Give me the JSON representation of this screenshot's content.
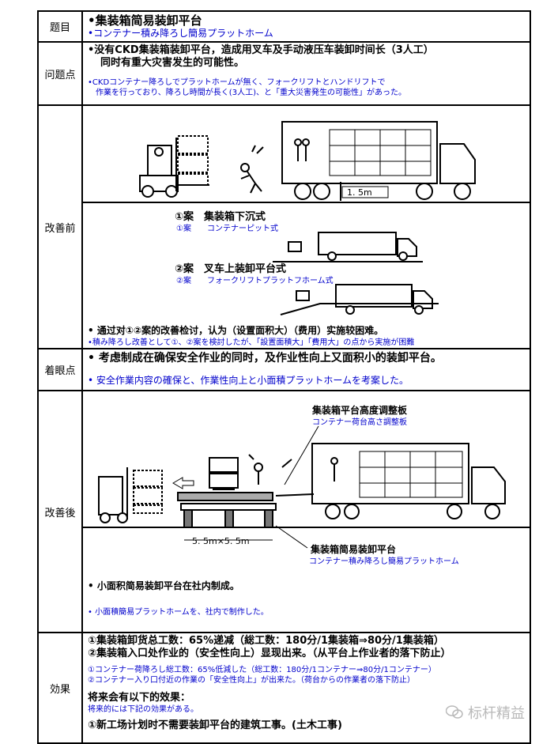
{
  "rows": {
    "title": {
      "label": "题目",
      "cn": "•集装箱简易装卸平台",
      "jp": "•コンテナー積み降ろし簡易プラットホーム"
    },
    "problem": {
      "label": "问题点",
      "cn1": "•没有CKD集装箱装卸平台，造成用叉车及手动液压车装卸时间长（3人工）",
      "cn2": "同时有重大灾害发生的可能性。",
      "jp1": "•CKDコンテナー降ろしでプラットホームが無く、フォークリフトとハンドリフトで",
      "jp2": "作業を行っており、降ろし時間が長く(3人工)、と「重大災害発生の可能性」があった。"
    },
    "before": {
      "label": "改善前",
      "height_tag": "1. 5m",
      "case1_cn": "①案　集装箱下沉式",
      "case1_jp": "①案　　コンテナーピット式",
      "case2_cn": "②案　叉车上装卸平台式",
      "case2_jp": "②案　　フォークリフトプラットフホーム式",
      "conclusion_cn": "• 通过对①②案的改善检讨，认为（设置面积大）（费用）实施较困难。",
      "conclusion_jp": "•積み降ろし改善として①、②案を検討したが、「設置面積大」「費用大」の点から実施が困難"
    },
    "focus": {
      "label": "着眼点",
      "cn": "• 考虑制成在确保安全作业的同时，及作业性向上又面积小的装卸平台。",
      "jp": "• 安全作業内容の確保と、作業性向上と小面積プラットホームを考案した。"
    },
    "after": {
      "label": "改善後",
      "adj_cn": "集装箱平台高度调整板",
      "adj_jp": "コンテナー荷台高さ調整板",
      "dim": "5. 5m×5. 5m",
      "plat_cn": "集装箱简易装卸平台",
      "plat_jp": "コンテナー積み降ろし簡易プラットホーム",
      "note_cn": "• 小面积简易装卸平台在社内制成。",
      "note_jp": "• 小面積簡易プラットホームを、社内で制作した。"
    },
    "effect": {
      "label": "効果",
      "cn1": "①集装箱卸货总工数：65%递减（総工数：180分/1集装箱⇒80分/1集装箱）",
      "cn2": "②集装箱入口处作业的（安全性向上）显现出来。（从平台上作业者的落下防止）",
      "jp1": "①コンテナー荷降ろし総工数：65%低減した（総工数：180分/1コンテナー⇒80分/1コンテナー）",
      "jp2": "②コンテナー入り口付近の作業の「安全性向上」が出来た。（荷台からの作業者の落下防止）",
      "future_cn": "将来会有以下的效果：",
      "future_jp": "将来的には下記の効果がある。",
      "future1_cn": "①新工场计划时不需要装卸平台的建筑工事。(土木工事)"
    }
  },
  "watermark": {
    "text": "标杆精益",
    "icon": "wechat-icon"
  }
}
